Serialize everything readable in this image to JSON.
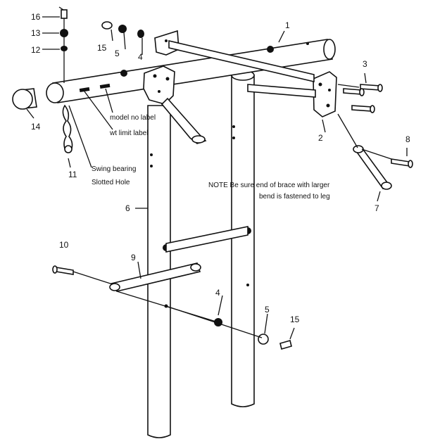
{
  "callouts": {
    "p1": "1",
    "p2": "2",
    "p3": "3",
    "p4a": "4",
    "p4b": "4",
    "p5a": "5",
    "p5b": "5",
    "p6": "6",
    "p7": "7",
    "p8": "8",
    "p9": "9",
    "p10": "10",
    "p11": "11",
    "p12": "12",
    "p13": "13",
    "p14": "14",
    "p15a": "15",
    "p15b": "15",
    "p16": "16"
  },
  "labels": {
    "model_no": "model no label",
    "wt_limit": "wt limit label",
    "swing_bearing": "Swing bearing",
    "slotted_hole": "Slotted Hole",
    "note_line1": "NOTE Be sure end of brace with larger",
    "note_line2": "bend is fastened to leg"
  }
}
